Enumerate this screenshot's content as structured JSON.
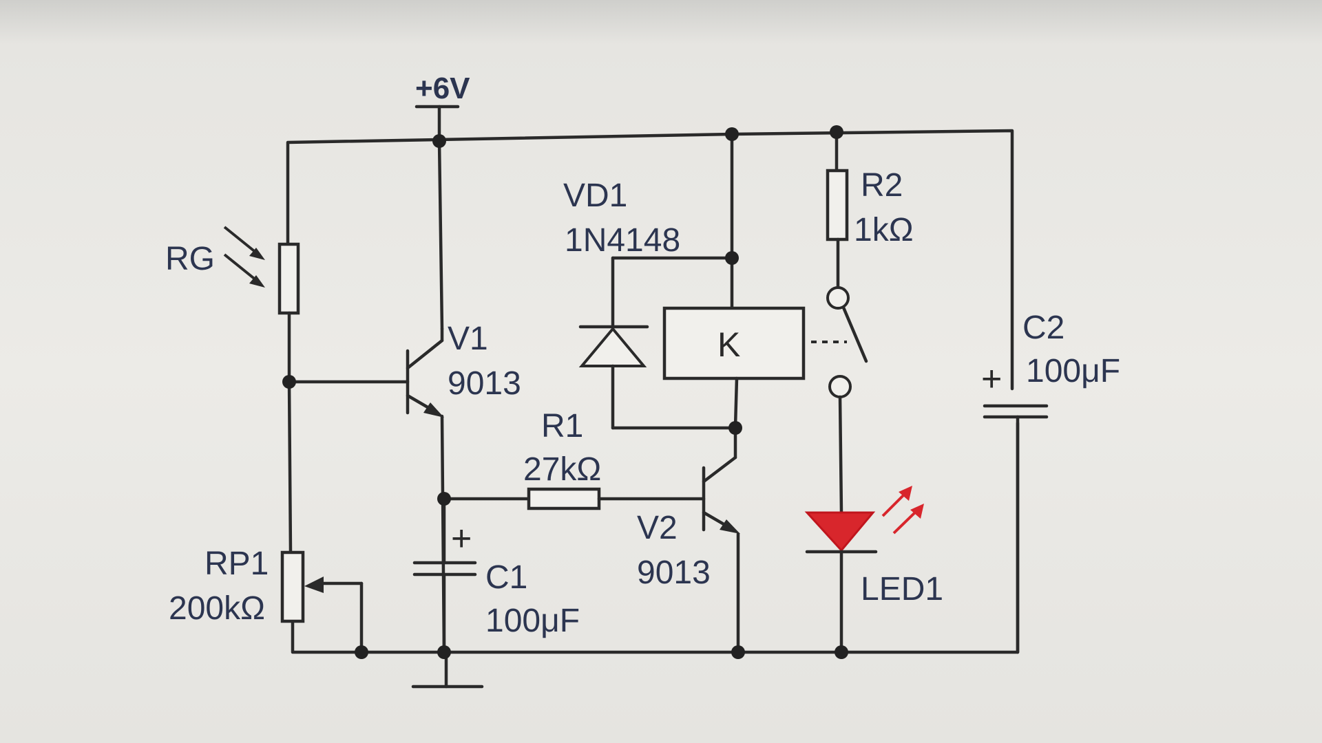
{
  "supply": {
    "label": "+6V"
  },
  "components": {
    "RG": {
      "name": "RG"
    },
    "V1": {
      "name": "V1",
      "value": "9013"
    },
    "V2": {
      "name": "V2",
      "value": "9013"
    },
    "VD1": {
      "name": "VD1",
      "value": "1N4148"
    },
    "R1": {
      "name": "R1",
      "value": "27kΩ"
    },
    "R2": {
      "name": "R2",
      "value": "1kΩ"
    },
    "RP1": {
      "name": "RP1",
      "value": "200kΩ"
    },
    "C1": {
      "name": "C1",
      "value": "100μF",
      "polarity": "+"
    },
    "C2": {
      "name": "C2",
      "value": "100μF",
      "polarity": "+"
    },
    "K": {
      "name": "K"
    },
    "LED1": {
      "name": "LED1"
    }
  },
  "colors": {
    "wire": "#2a2a2a",
    "label": "#2c3550",
    "led": "#d8262c"
  }
}
